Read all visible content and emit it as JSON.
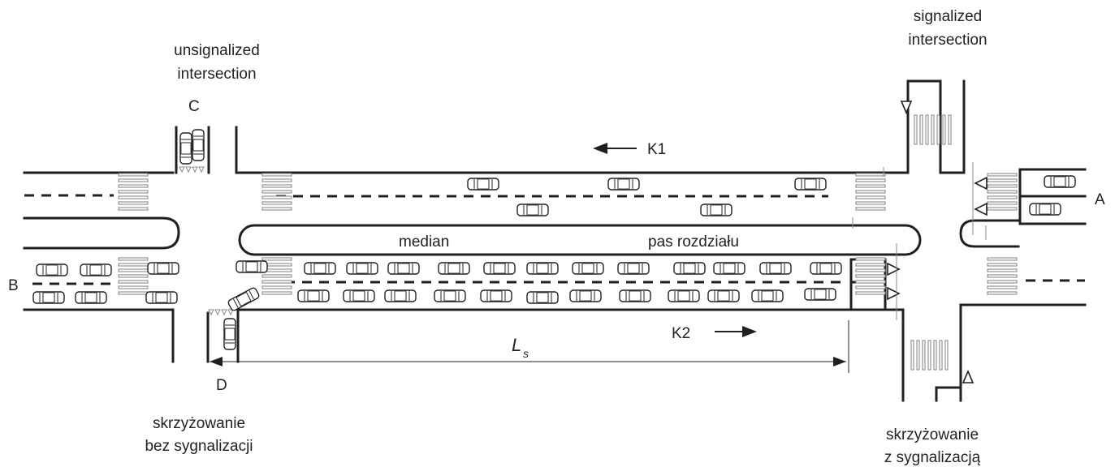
{
  "labels": {
    "unsignalized_en_1": "unsignalized",
    "unsignalized_en_2": "intersection",
    "signalized_en_1": "signalized",
    "signalized_en_2": "intersection",
    "unsignalized_pl_1": "skrzyżowanie",
    "unsignalized_pl_2": "bez sygnalizacji",
    "signalized_pl_1": "skrzyżowanie",
    "signalized_pl_2": "z sygnalizacją",
    "median_en": "median",
    "median_pl": "pas rozdziału",
    "point_a": "A",
    "point_b": "B",
    "point_c": "C",
    "point_d": "D",
    "direction_k1": "K1",
    "direction_k2": "K2",
    "length_symbol": "L",
    "length_subscript": "s"
  },
  "icons": {
    "car": "car-icon",
    "crosswalk": "crosswalk-icon",
    "yield_sign": "yield-triangle-icon",
    "signal": "signal-triangle-icon",
    "arrow": "arrow-icon"
  },
  "colors": {
    "line": "#231f20",
    "crosswalk": "#8a8a8a",
    "background": "#ffffff"
  }
}
